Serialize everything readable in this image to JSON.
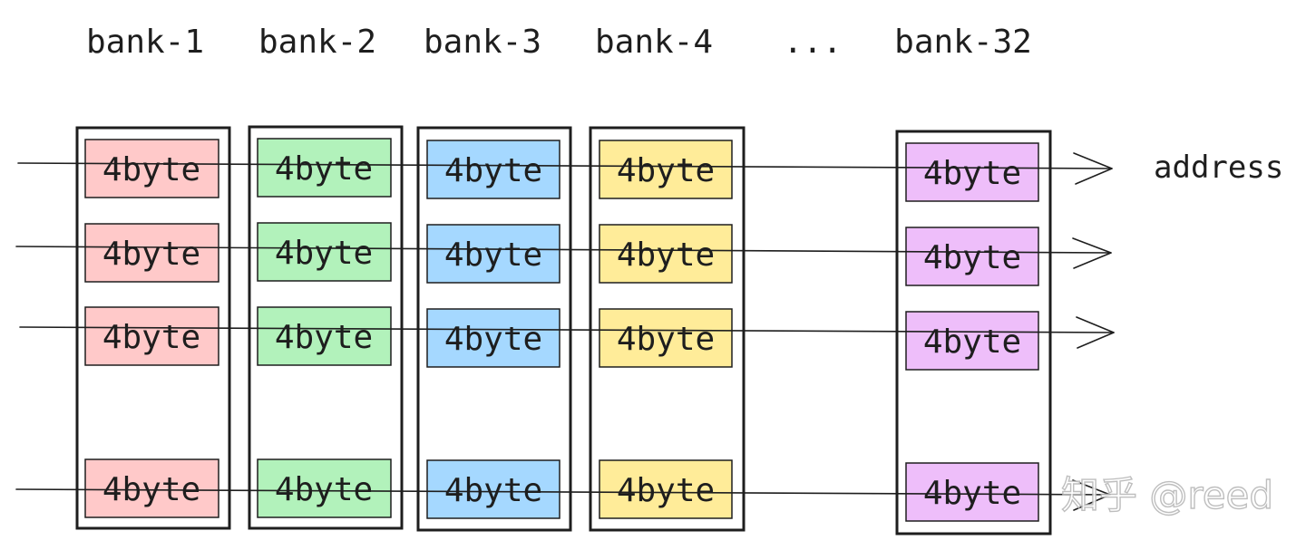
{
  "banks": [
    {
      "label": "bank-1",
      "fill": "#ffc9c9",
      "cells": [
        "4byte",
        "4byte",
        "4byte",
        "4byte"
      ]
    },
    {
      "label": "bank-2",
      "fill": "#b2f2bb",
      "cells": [
        "4byte",
        "4byte",
        "4byte",
        "4byte"
      ]
    },
    {
      "label": "bank-3",
      "fill": "#a5d8ff",
      "cells": [
        "4byte",
        "4byte",
        "4byte",
        "4byte"
      ]
    },
    {
      "label": "bank-4",
      "fill": "#ffec99",
      "cells": [
        "4byte",
        "4byte",
        "4byte",
        "4byte"
      ]
    },
    {
      "label": "bank-32",
      "fill": "#eebefa",
      "cells": [
        "4byte",
        "4byte",
        "4byte",
        "4byte"
      ]
    }
  ],
  "ellipsis": "...",
  "address_label": "address",
  "watermark": "知乎 @reed",
  "colors": {
    "stroke": "#1e1e1e",
    "background": "#ffffff"
  }
}
